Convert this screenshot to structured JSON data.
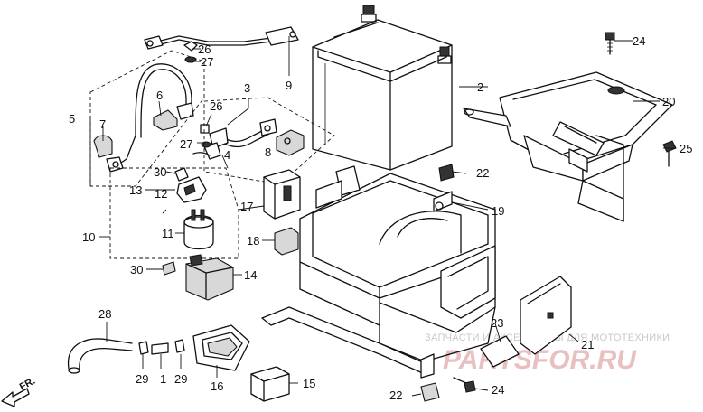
{
  "labels": {
    "p1": "1",
    "p2": "2",
    "p3": "3",
    "p4": "4",
    "p5": "5",
    "p6": "6",
    "p7": "7",
    "p8": "8",
    "p9": "9",
    "p10": "10",
    "p11": "11",
    "p12": "12",
    "p13": "13",
    "p14": "14",
    "p15": "15",
    "p16": "16",
    "p17": "17",
    "p18": "18",
    "p19": "19",
    "p20": "20",
    "p21": "21",
    "p22a": "22",
    "p22b": "22",
    "p23": "23",
    "p24a": "24",
    "p24b": "24",
    "p25": "25",
    "p26a": "26",
    "p26b": "26",
    "p27a": "27",
    "p27b": "27",
    "p28": "28",
    "p29a": "29",
    "p29b": "29",
    "p30a": "30",
    "p30b": "30"
  },
  "direction": "FR.",
  "watermark": {
    "caption": "ЗАПЧАСТИ И АКСЕССУАРЫ ДЛЯ МОТОТЕХНИКИ",
    "site": "PARTSFOR.RU"
  },
  "colors": {
    "line": "#111111",
    "watermark_text": "#c9c9c9",
    "watermark_logo": "#e3a9a9"
  }
}
